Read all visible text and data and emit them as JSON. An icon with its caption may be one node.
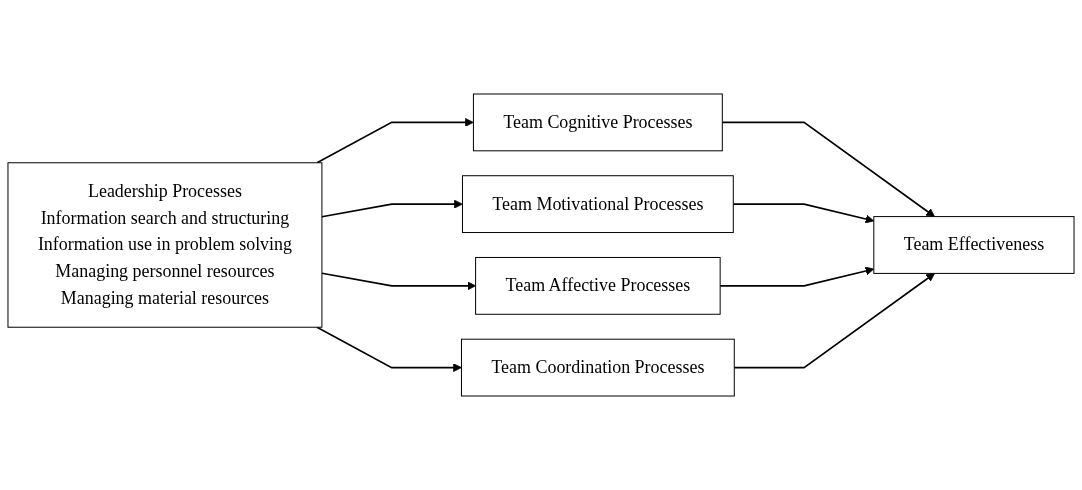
{
  "diagram": {
    "nodes": [
      {
        "text": [
          "Leadership Processes",
          "Information search and structuring",
          "Information use in problem solving",
          "Managing personnel resources",
          "Managing material resources"
        ]
      },
      {
        "text": [
          "Team Cognitive Processes"
        ]
      },
      {
        "text": [
          "Team Motivational Processes"
        ]
      },
      {
        "text": [
          "Team Affective Processes"
        ]
      },
      {
        "text": [
          "Team Coordination Processes"
        ]
      },
      {
        "text": [
          "Team Effectiveness"
        ]
      }
    ],
    "edges": [
      {
        "from": 0,
        "to": 1,
        "arrow": "to"
      },
      {
        "from": 0,
        "to": 2,
        "arrow": "to"
      },
      {
        "from": 0,
        "to": 3,
        "arrow": "to"
      },
      {
        "from": 0,
        "to": 4,
        "arrow": "to"
      },
      {
        "from": 1,
        "to": 5,
        "arrow": "to"
      },
      {
        "from": 2,
        "to": 5,
        "arrow": "to"
      },
      {
        "from": 3,
        "to": 5,
        "arrow": "to"
      },
      {
        "from": 4,
        "to": 5,
        "arrow": "to"
      }
    ]
  }
}
